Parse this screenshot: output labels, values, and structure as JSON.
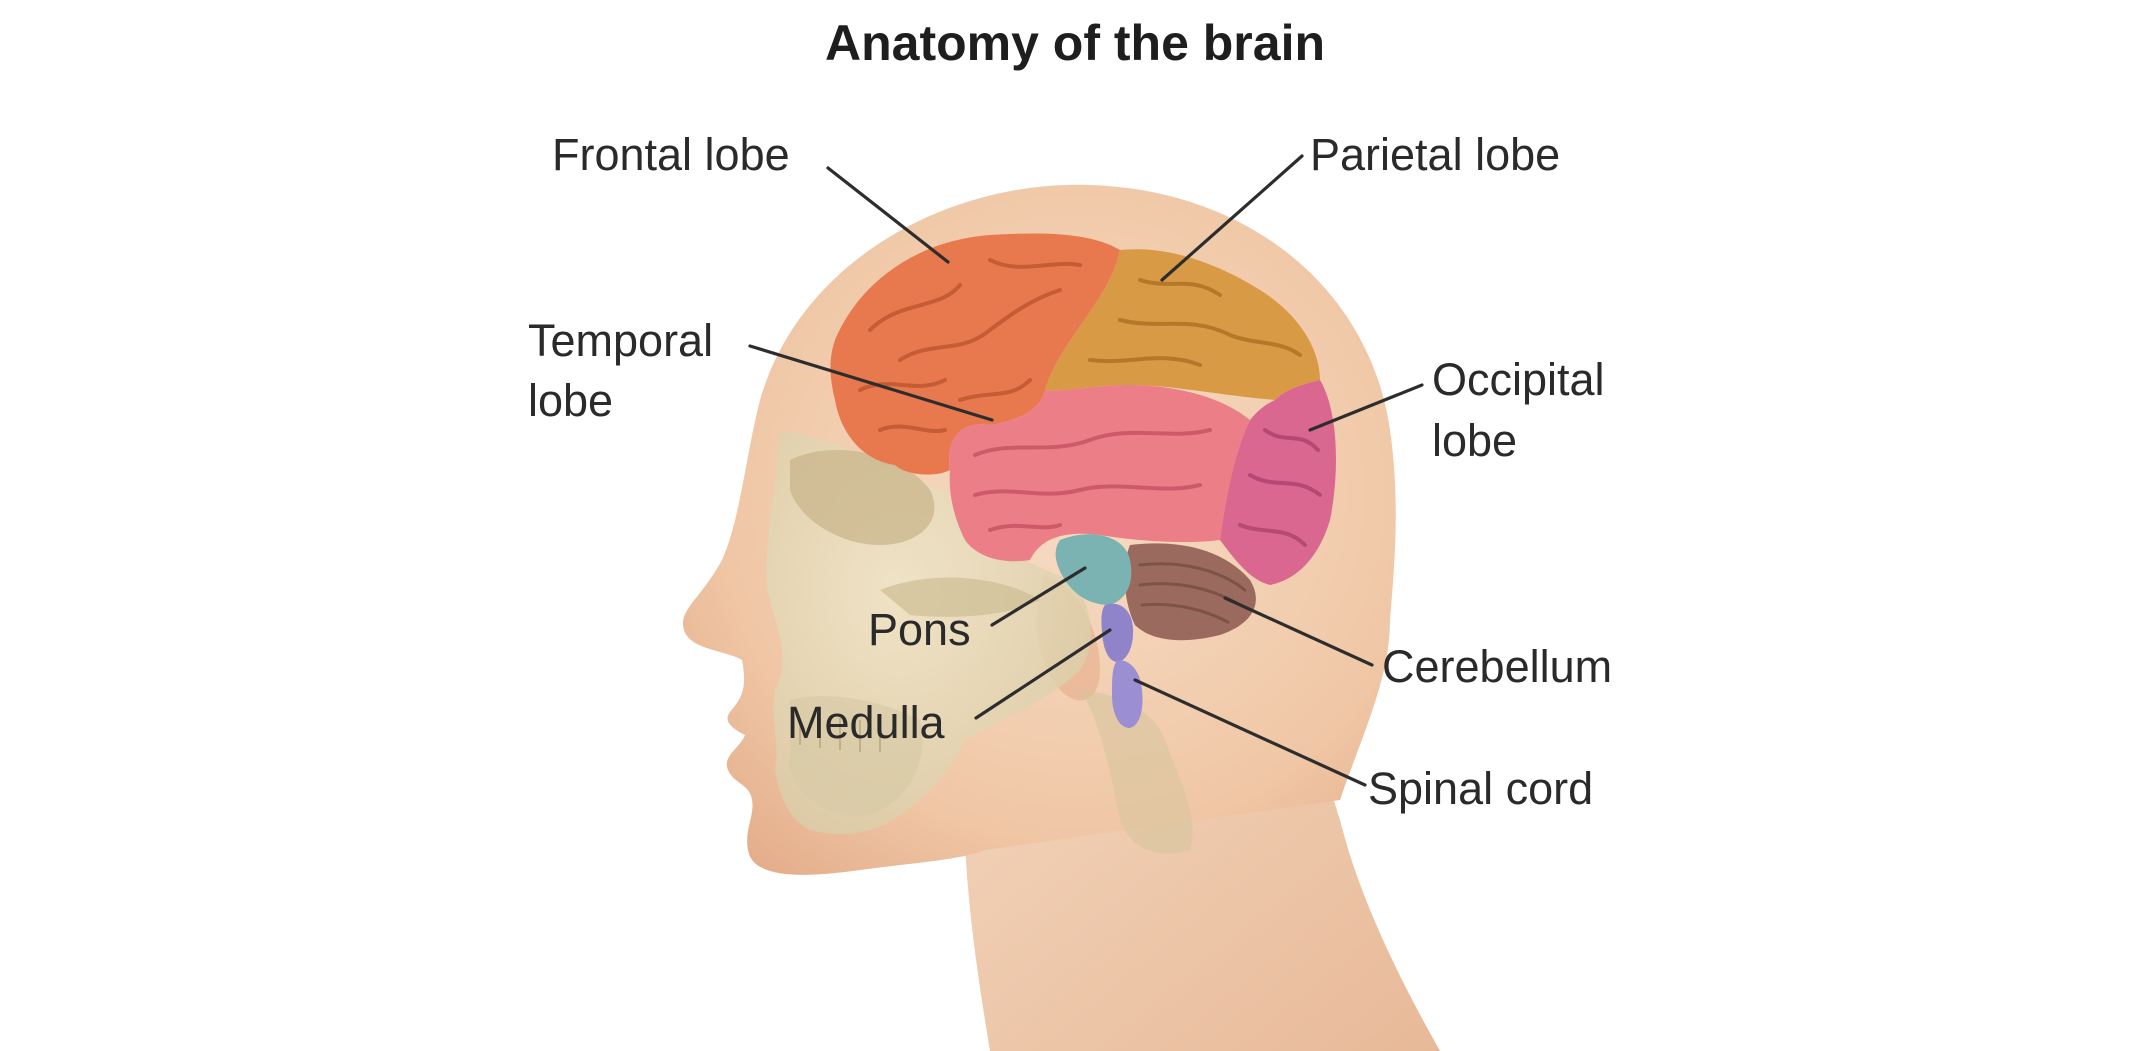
{
  "title": "Anatomy of the brain",
  "labels": {
    "frontal_lobe": "Frontal lobe",
    "parietal_lobe": "Parietal lobe",
    "temporal_lobe_line1": "Temporal",
    "temporal_lobe_line2": "lobe",
    "occipital_lobe_line1": "Occipital",
    "occipital_lobe_line2": "lobe",
    "pons": "Pons",
    "medulla": "Medulla",
    "cerebellum": "Cerebellum",
    "spinal_cord": "Spinal cord"
  },
  "colors": {
    "frontal_lobe": "#e8794e",
    "parietal_lobe": "#d99a45",
    "temporal_lobe": "#ec7e88",
    "occipital_lobe": "#d9678f",
    "cerebellum": "#9a6a5e",
    "pons": "#7bb3b3",
    "medulla": "#8f83c9",
    "skin": "#f2c9a8",
    "skull": "#e7dcb8"
  }
}
